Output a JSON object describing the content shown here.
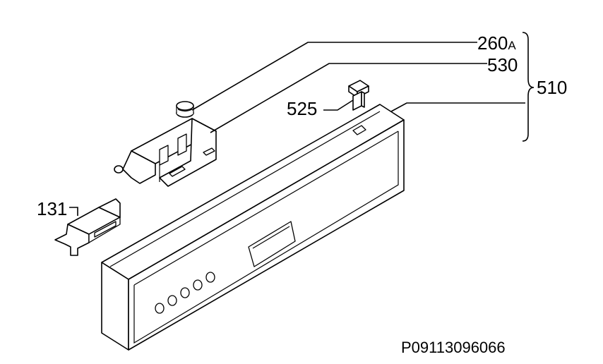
{
  "callouts": {
    "c260": {
      "num": "260",
      "suffix": "A"
    },
    "c530": {
      "num": "530"
    },
    "c525": {
      "num": "525"
    },
    "c510": {
      "num": "510"
    },
    "c131": {
      "num": "131"
    }
  },
  "reference_code": "P09113096066"
}
